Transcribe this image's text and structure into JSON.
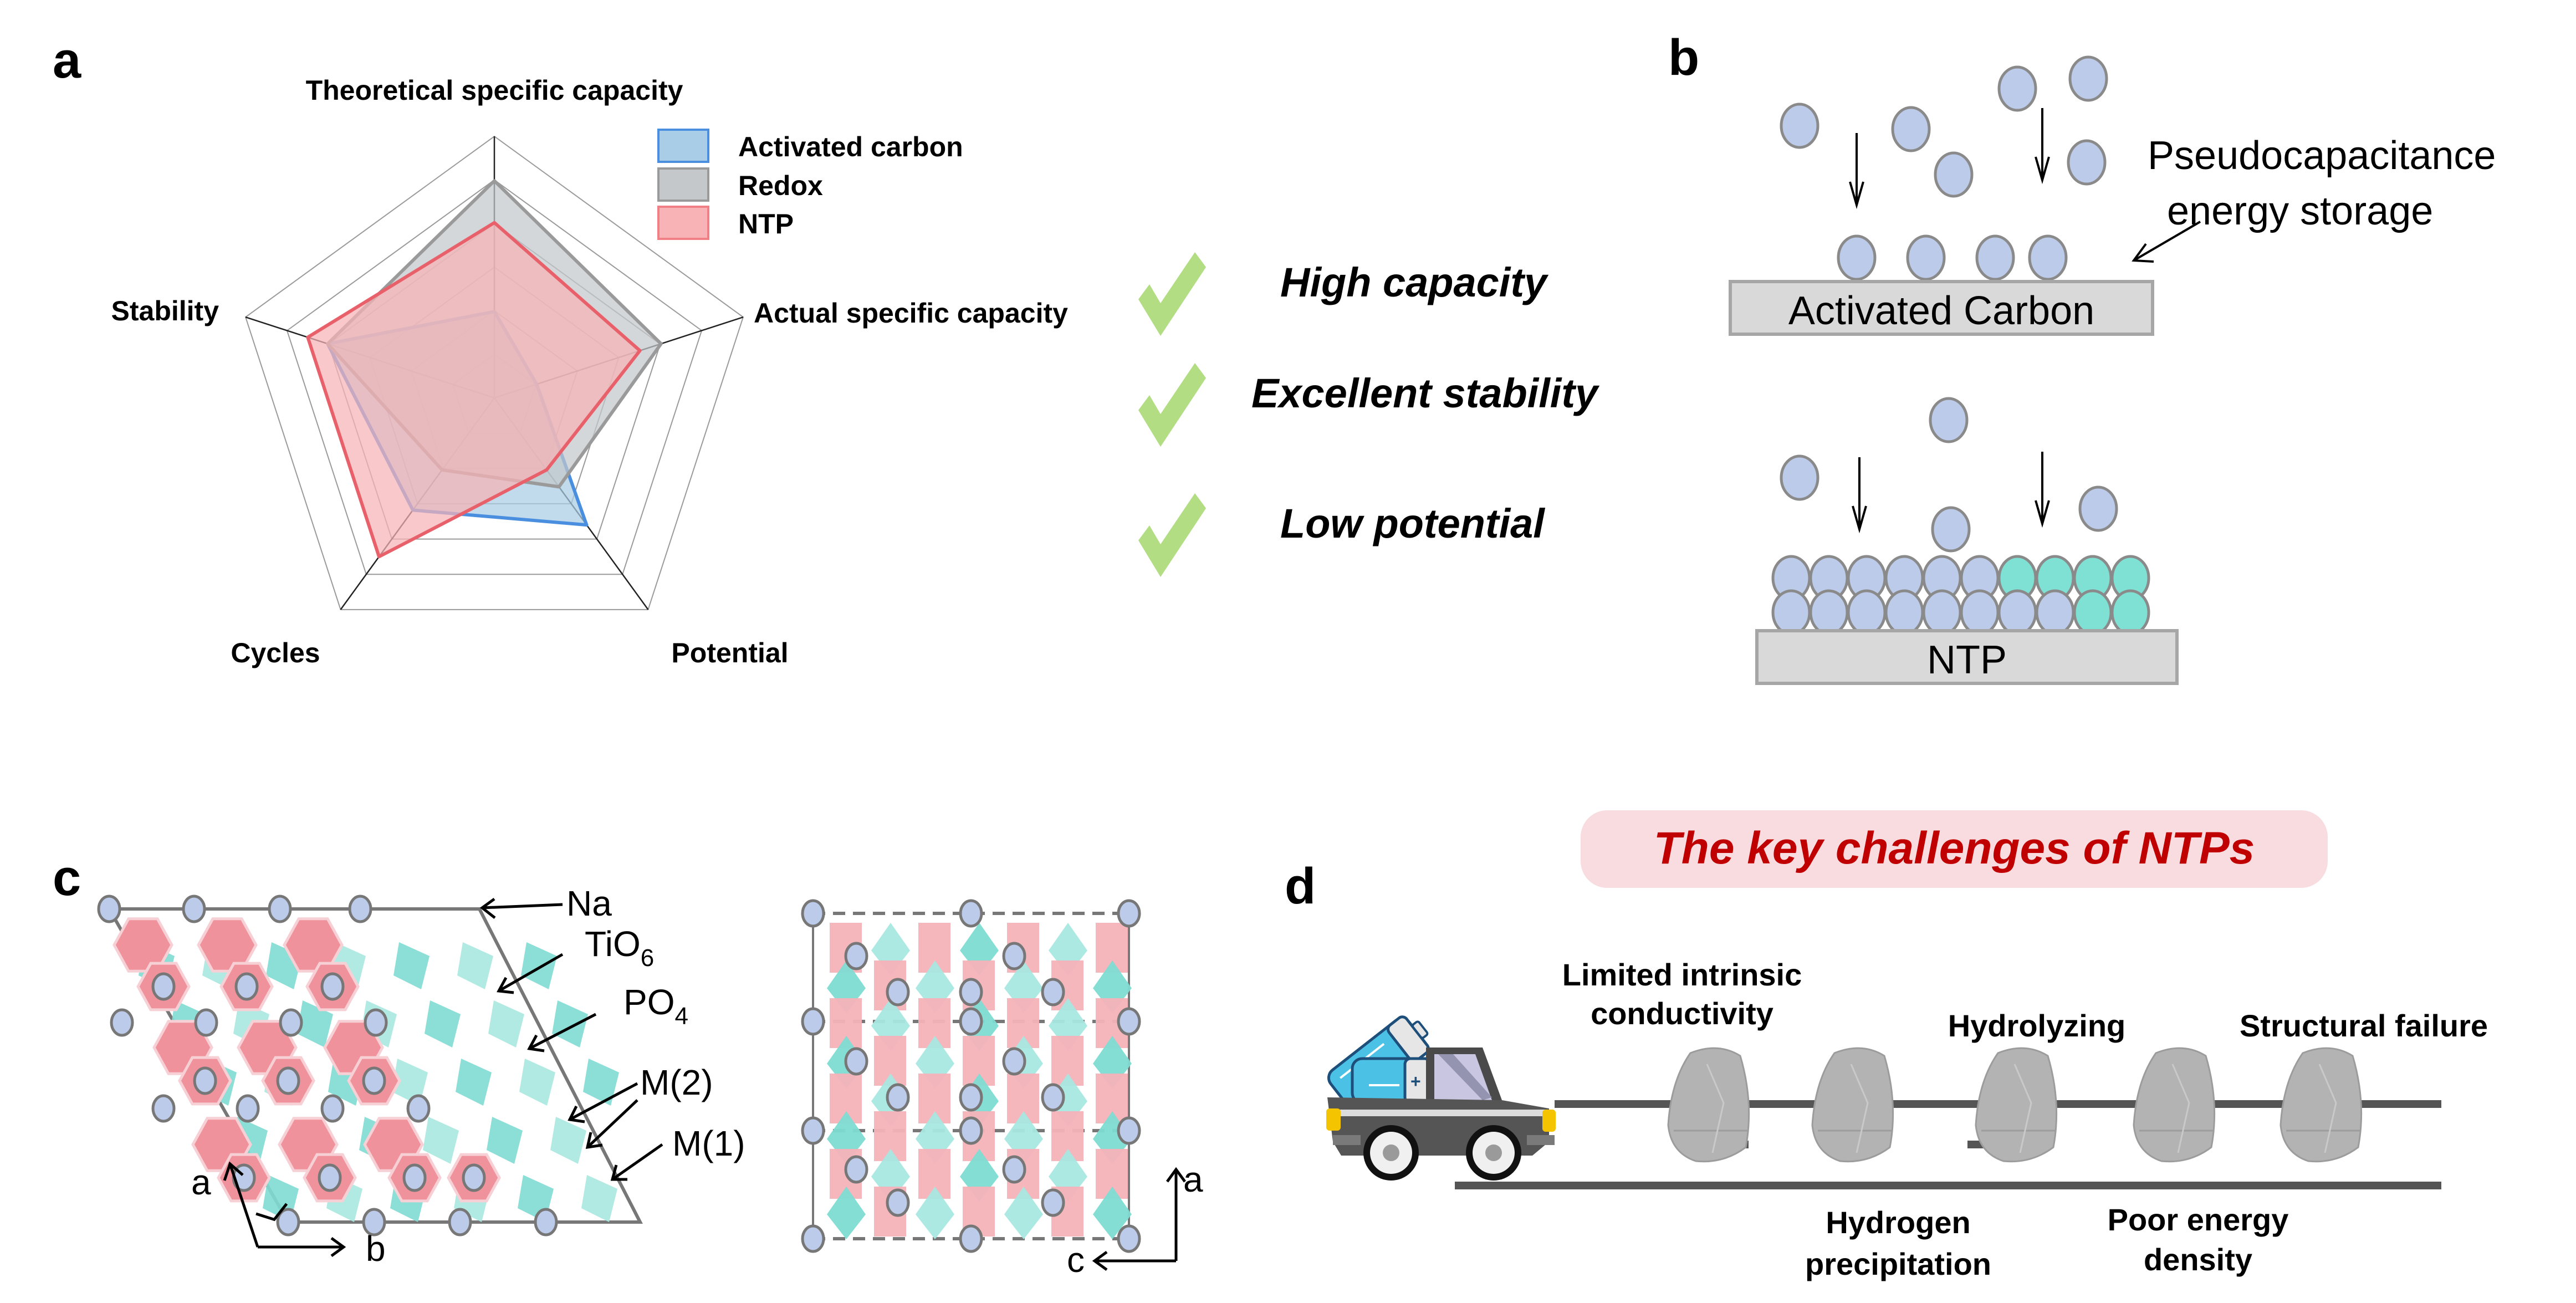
{
  "panels": {
    "a": "a",
    "b": "b",
    "c": "c",
    "d": "d"
  },
  "chart_data": {
    "type": "radar",
    "title": "",
    "axes": [
      "Theoretical specific capacity",
      "Actual specific capacity",
      "Potential",
      "Cycles",
      "Stability"
    ],
    "range": [
      0,
      1
    ],
    "grid_levels": 6,
    "grid": true,
    "legend_position": "top-right",
    "series": [
      {
        "name": "Activated carbon",
        "color": "#4a8ee0",
        "fill": "#a9cde6",
        "values": [
          0.33,
          0.17,
          0.6,
          0.53,
          0.67
        ]
      },
      {
        "name": "Redox",
        "color": "#9a9a9a",
        "fill": "#c4c8cb",
        "values": [
          0.83,
          0.67,
          0.42,
          0.34,
          0.67
        ]
      },
      {
        "name": "NTP",
        "color": "#e8606a",
        "fill": "#f7b3b6",
        "values": [
          0.67,
          0.585,
          0.34,
          0.75,
          0.75
        ]
      }
    ]
  },
  "features": [
    {
      "label": "High capacity",
      "icon": "check-icon"
    },
    {
      "label": "Excellent stability",
      "icon": "check-icon"
    },
    {
      "label": "Low potential",
      "icon": "check-icon"
    }
  ],
  "colors": {
    "check": "#b2dd82",
    "ion": "#bccbe9",
    "ion_stroke": "#8a8a8a",
    "ion_alt": "#7fe0d4",
    "substrate": "#d9d9d9",
    "substrate_stroke": "#a6a6a6",
    "tio6": "#ef929b",
    "tio6_dark": "#e86a78",
    "po4": "#a8e8e0",
    "po4_dark": "#7edcd2",
    "banner_bg": "#f9dce0",
    "banner_text": "#c00000",
    "road": "#555555",
    "rock": "#b3b3b3"
  },
  "panel_b": {
    "pseudo_label_line1": "Pseudocapacitance",
    "pseudo_label_line2": "energy storage",
    "ac_substrate": "Activated Carbon",
    "ntp_substrate": "NTP"
  },
  "panel_c": {
    "labels": {
      "na": "Na",
      "tio6_main": "TiO",
      "tio6_sub": "6",
      "po4_main": "PO",
      "po4_sub": "4",
      "m2": "M(2)",
      "m1": "M(1)"
    },
    "axes_left": {
      "up": "a",
      "right": "b"
    },
    "axes_right": {
      "up": "a",
      "left": "c"
    }
  },
  "panel_d": {
    "banner": "The key challenges of NTPs",
    "challenges": [
      {
        "line1": "Limited intrinsic",
        "line2": "conductivity"
      },
      {
        "line1": "Hydrogen",
        "line2": "precipitation"
      },
      {
        "line1": "Hydrolyzing",
        "line2": ""
      },
      {
        "line1": "Poor energy",
        "line2": "density"
      },
      {
        "line1": "Structural failure",
        "line2": ""
      }
    ]
  }
}
